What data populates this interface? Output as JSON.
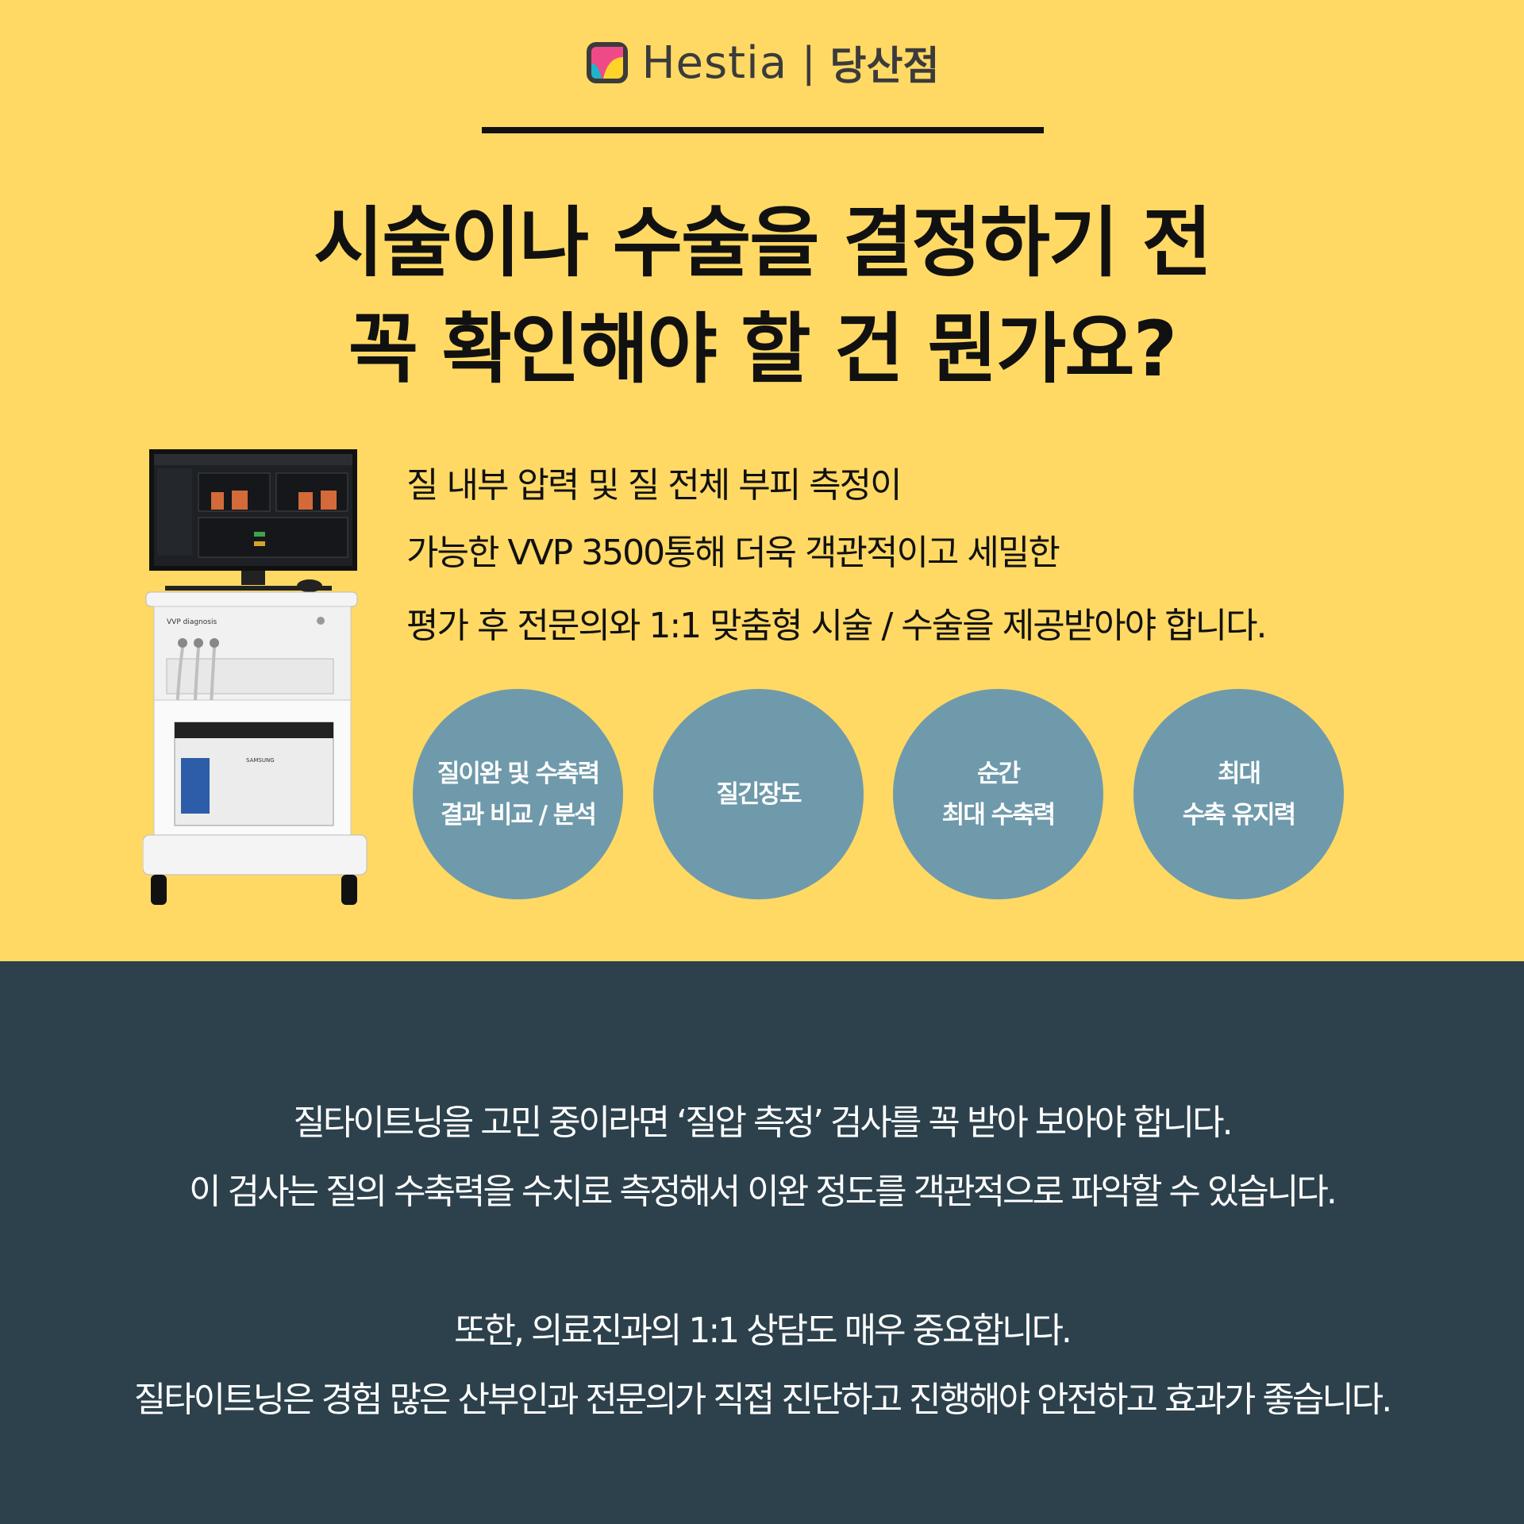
{
  "header": {
    "brand": "Hestia",
    "separator": "|",
    "branch": "당산점"
  },
  "headline": {
    "line1": "시술이나 수술을 결정하기 전",
    "line2": "꼭 확인해야 할 건 뭔가요?"
  },
  "description": {
    "line1": "질 내부 압력 및 질 전체 부피 측정이",
    "line2": "가능한 VVP 3500통해 더욱 객관적이고 세밀한",
    "line3": "평가 후 전문의와 1:1 맞춤형 시술 / 수술을 제공받아야 합니다."
  },
  "device": {
    "label": "VVP diagnosis",
    "printer_brand": "SAMSUNG"
  },
  "features": [
    {
      "line1": "질이완 및 수축력",
      "line2": "결과 비교 / 분석"
    },
    {
      "line1": "질긴장도",
      "line2": ""
    },
    {
      "line1": "순간",
      "line2": "최대 수축력"
    },
    {
      "line1": "최대",
      "line2": "수축 유지력"
    }
  ],
  "body": {
    "line1": "질타이트닝을 고민 중이라면 ‘질압 측정’ 검사를 꼭 받아 보아야 합니다.",
    "line2": "이 검사는 질의 수축력을 수치로 측정해서 이완 정도를 객관적으로 파악할 수 있습니다.",
    "line3": "또한, 의료진과의 1:1 상담도 매우 중요합니다.",
    "line4": "질타이트닝은 경험 많은 산부인과 전문의가 직접 진단하고 진행해야 안전하고 효과가 좋습니다."
  },
  "colors": {
    "top_background": "#ffd964",
    "bottom_background": "#2c414c",
    "circle": "#6f9aab",
    "logo_pink": "#ef4a87",
    "logo_yellow": "#ffd42a",
    "logo_teal": "#1fb5c9"
  }
}
